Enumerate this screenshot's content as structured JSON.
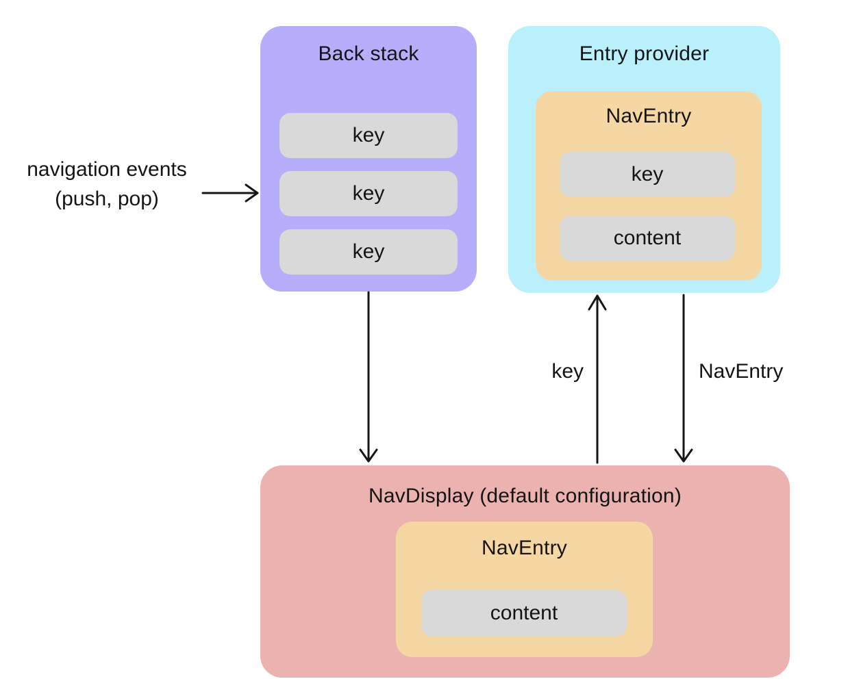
{
  "diagram": {
    "colors": {
      "back_stack_bg": "#b6aefa",
      "entry_provider_bg": "#b9f0fb",
      "nav_entry_bg": "#f5d7a3",
      "nav_display_bg": "#ebb2b0",
      "item_bg": "#d9d9d9",
      "arrow": "#161616",
      "text": "#141414"
    },
    "external_label": {
      "line1": "navigation events",
      "line2": "(push, pop)"
    },
    "back_stack": {
      "title": "Back stack",
      "items": [
        "key",
        "key",
        "key"
      ]
    },
    "entry_provider": {
      "title": "Entry provider",
      "nav_entry": {
        "title": "NavEntry",
        "key": "key",
        "content": "content"
      }
    },
    "nav_display": {
      "title": "NavDisplay (default configuration)",
      "nav_entry": {
        "title": "NavEntry",
        "content": "content"
      }
    },
    "arrow_labels": {
      "key": "key",
      "nav_entry": "NavEntry"
    }
  }
}
